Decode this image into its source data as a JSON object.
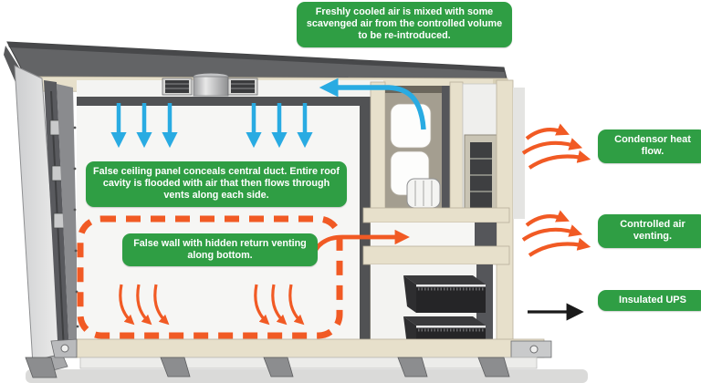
{
  "callouts": {
    "cooled_air_mix": "Freshly cooled air is mixed with some scavenged air from the controlled volume to be re-introduced.",
    "false_ceiling": "False ceiling panel conceals central duct. Entire roof cavity is flooded with air that then flows through vents along each side.",
    "false_wall": "False wall with hidden return venting along bottom.",
    "condensor": "Condensor heat flow.",
    "air_venting": "Controlled air venting.",
    "insulated_ups": "Insulated UPS"
  },
  "colors": {
    "green": "#2F9E44",
    "blue": "#29ABE2",
    "orange": "#F15A24",
    "cream": "#E7E0CB",
    "dark_gray": "#515254",
    "arrow_black": "#1A1A1A"
  },
  "arrows": {
    "ceiling_supply": {
      "icon": "down-arrow",
      "count": 6,
      "color": "#29ABE2"
    },
    "duct_flow": {
      "icon": "curved-left-arrow",
      "count": 1,
      "color": "#29ABE2"
    },
    "return_flow": {
      "icon": "curved-right-arrow",
      "count": 1,
      "color": "#F15A24"
    },
    "wall_return": {
      "icon": "curved-down-arrow",
      "count": 6,
      "color": "#F15A24"
    },
    "condensor_heat": {
      "icon": "wavy-right-arrow",
      "count": 3,
      "color": "#F15A24"
    },
    "controlled_venting": {
      "icon": "wavy-right-arrow",
      "count": 3,
      "color": "#F15A24"
    },
    "ups_pointer": {
      "icon": "straight-right-arrow",
      "count": 1,
      "color": "#1A1A1A"
    }
  }
}
